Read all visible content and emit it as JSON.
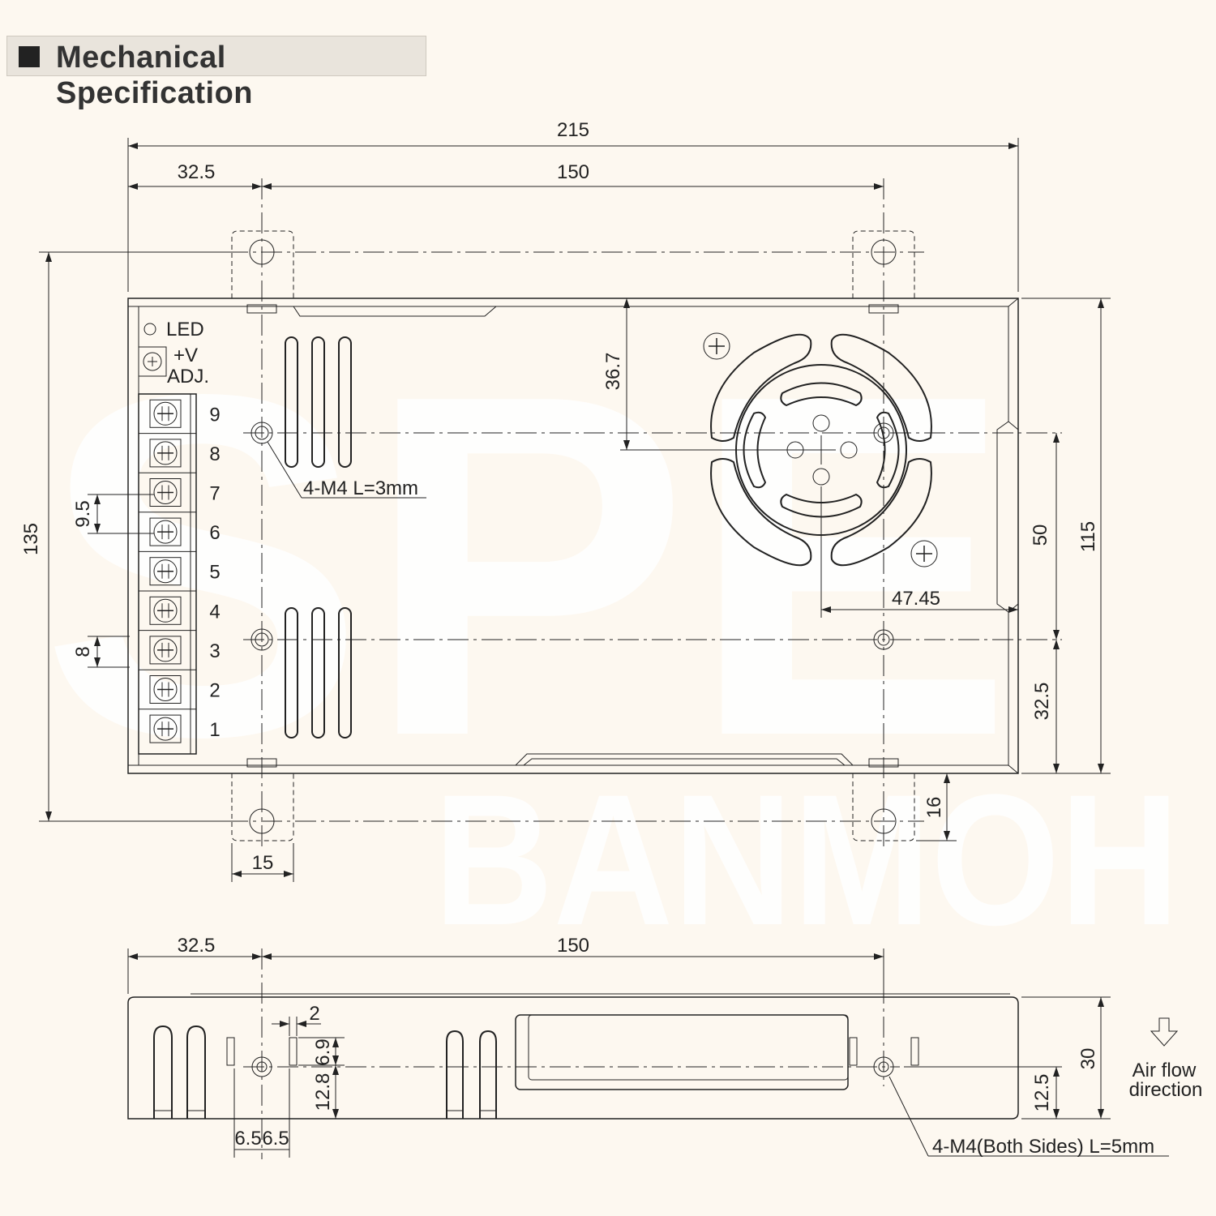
{
  "header": {
    "title": "Mechanical Specification"
  },
  "top_view": {
    "dims": {
      "overall_width": "215",
      "left_offset": "32.5",
      "hole_spacing": "150",
      "overall_height": "135",
      "fan_offset": "36.7",
      "pitch": "9.5",
      "terminal_width": "8",
      "mount_span": "50",
      "body_height": "115",
      "fan_to_edge": "47.45",
      "bottom_offset": "32.5",
      "tab_height": "16",
      "tab_width": "15"
    },
    "labels": {
      "led": "LED",
      "vadj_1": "+V",
      "vadj_2": "ADJ.",
      "mount_note": "4-M4 L=3mm"
    },
    "terminals": [
      "9",
      "8",
      "7",
      "6",
      "5",
      "4",
      "3",
      "2",
      "1"
    ]
  },
  "side_view": {
    "dims": {
      "left_offset": "32.5",
      "hole_spacing": "150",
      "slot_gap": "2",
      "slot_height": "6.9",
      "hole_height": "12.8",
      "slot_offset_left": "6.5",
      "slot_offset_right": "6.5",
      "height": "30",
      "hole_from_bottom": "12.5"
    },
    "labels": {
      "airflow_1": "Air flow",
      "airflow_2": "direction",
      "mount_note": "4-M4(Both Sides) L=5mm"
    }
  },
  "watermark": {
    "line1": "SPE",
    "line2": "BANMOH"
  }
}
